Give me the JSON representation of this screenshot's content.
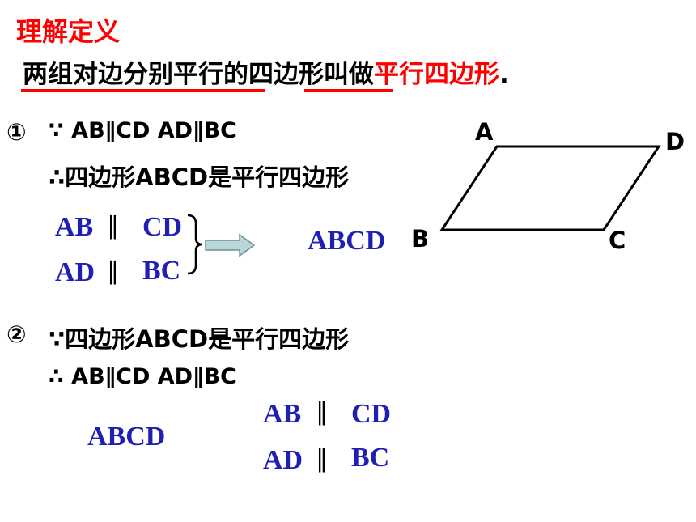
{
  "title": "理解定义",
  "definition": {
    "part1": "两组对边分别平行的",
    "part2": "四边形",
    "part3": "叫做",
    "part4": "平行四边形",
    "part5": "."
  },
  "section1": {
    "number": "①",
    "because": "∵ AB∥CD  AD∥BC",
    "therefore": "∴四边形ABCD是平行四边形",
    "sym_row1": {
      "left": "AB",
      "symbol": "∥",
      "right": "CD"
    },
    "sym_row2": {
      "left": "AD",
      "symbol": "∥",
      "right": "BC"
    },
    "result": "ABCD"
  },
  "figure": {
    "labels": {
      "A": "A",
      "B": "B",
      "C": "C",
      "D": "D"
    }
  },
  "section2": {
    "number": "②",
    "because": "∵四边形ABCD是平行四边形",
    "therefore": "∴  AB∥CD  AD∥BC",
    "given": "ABCD",
    "sym_row1": {
      "left": "AB",
      "symbol": "∥",
      "right": "CD"
    },
    "sym_row2": {
      "left": "AD",
      "symbol": "∥",
      "right": "BC"
    }
  },
  "colors": {
    "accent": "#ff0000",
    "symbol_blue": "#1f1fb4",
    "arrow_fill": "#b9d7d7",
    "arrow_stroke": "#6f8f9f"
  }
}
